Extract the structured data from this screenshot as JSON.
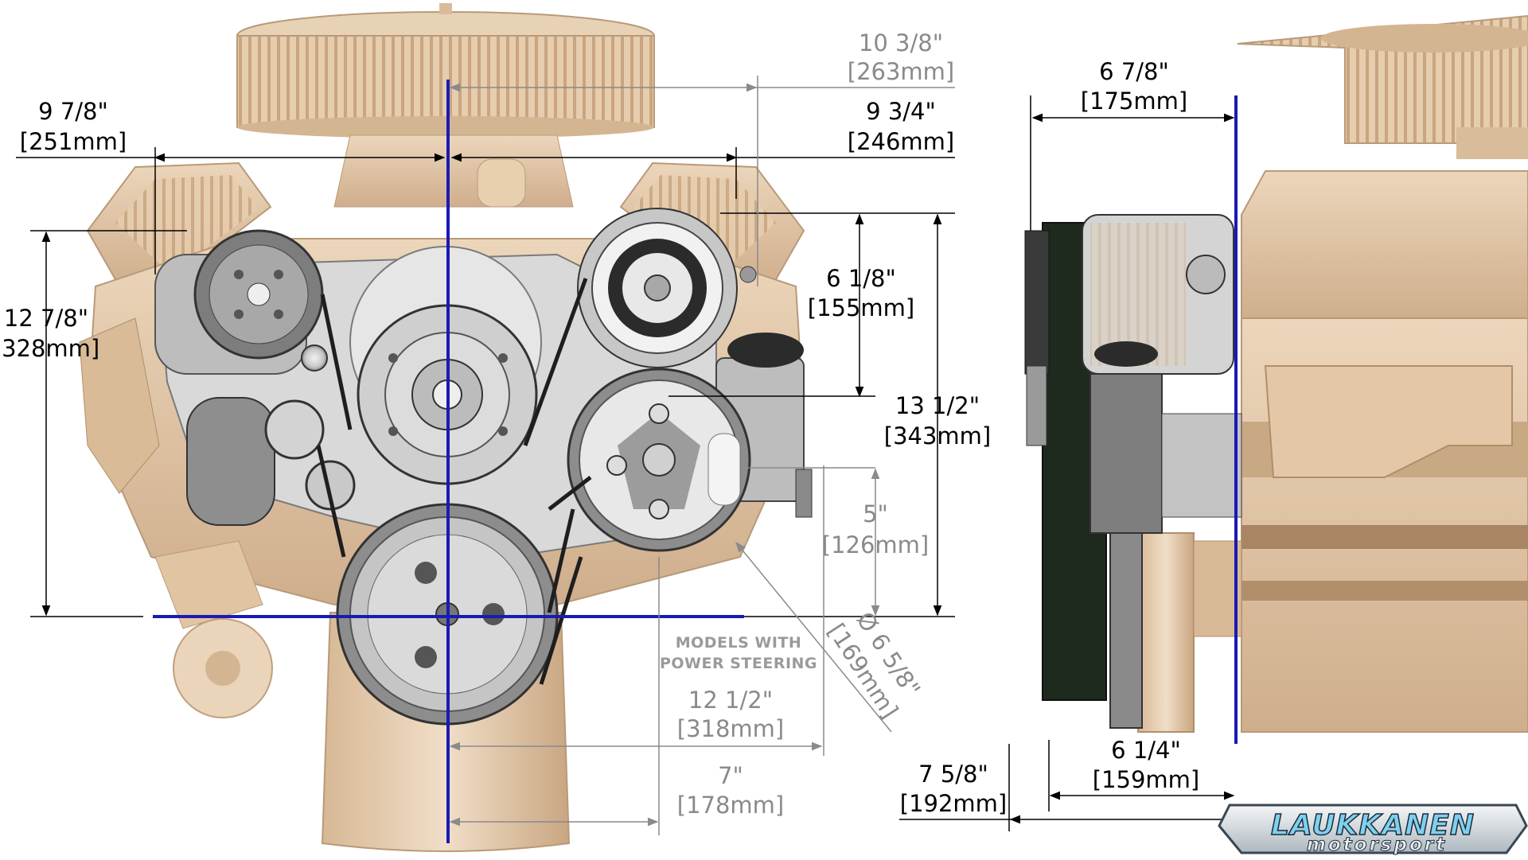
{
  "dimensions": {
    "air_cleaner_offset": {
      "imperial": "10 3/8\"",
      "metric": "[263mm]"
    },
    "left_width": {
      "imperial": "9 7/8\"",
      "metric": "[251mm]"
    },
    "right_width": {
      "imperial": "9 3/4\"",
      "metric": "[246mm]"
    },
    "left_height": {
      "imperial": "12 7/8\"",
      "metric": "[328mm]"
    },
    "alternator_height": {
      "imperial": "6 1/8\"",
      "metric": "[155mm]"
    },
    "total_height": {
      "imperial": "13 1/2\"",
      "metric": "[343mm]"
    },
    "ps_height": {
      "imperial": "5\"",
      "metric": "[126mm]"
    },
    "pulley_diameter": {
      "imperial": "Ø 6 5/8\"",
      "metric": "[169mm]"
    },
    "ps_width": {
      "imperial": "12 1/2\"",
      "metric": "[318mm]"
    },
    "crank_offset": {
      "imperial": "7\"",
      "metric": "[178mm]"
    },
    "side_top_depth": {
      "imperial": "6 7/8\"",
      "metric": "[175mm]"
    },
    "side_bottom_depth": {
      "imperial": "6 1/4\"",
      "metric": "[159mm]"
    },
    "side_total_depth": {
      "imperial": "7 5/8\"",
      "metric": "[192mm]"
    }
  },
  "note": {
    "line1": "MODELS WITH",
    "line2": "POWER STEERING"
  },
  "logo": {
    "line1": "LAUKKANEN",
    "line2": "motorsport"
  },
  "colors": {
    "engine": "#e3c7a6",
    "bracket": "#c9c9c9",
    "dim_line": "#000000",
    "centerline": "#1a1ab3",
    "gray_dim": "#8a8a8a"
  }
}
